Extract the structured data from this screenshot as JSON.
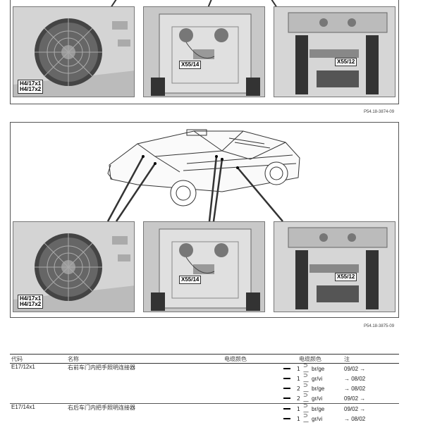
{
  "figure1": {
    "ref": "P54.18-3874-09",
    "labels": {
      "speaker": "H4/17x1\nH4/17x2",
      "center": "X55/14",
      "right": "X55/12"
    }
  },
  "figure2": {
    "ref": "P54.18-3875-09",
    "labels": {
      "speaker": "H4/17x1\nH4/17x2",
      "center": "X55/14",
      "right": "X55/12"
    }
  },
  "table": {
    "headers": {
      "code": "代码",
      "name": "名称",
      "cable_color": "电缆颜色",
      "wire_color": "电缆颜色",
      "note": "注"
    },
    "rows": [
      {
        "code": "E17/12x1",
        "name": "右前车门内把手照明连接器",
        "wires": [
          {
            "pin": "1",
            "color": "br/ge",
            "note": "09/02 →"
          },
          {
            "pin": "1",
            "color": "gr/vi",
            "note": "→ 08/02"
          },
          {
            "pin": "2",
            "color": "br/ge",
            "note": "→ 08/02"
          },
          {
            "pin": "2",
            "color": "gr/vi",
            "note": "09/02 →"
          }
        ]
      },
      {
        "code": "E17/14x1",
        "name": "右后车门内把手照明连接器",
        "wires": [
          {
            "pin": "1",
            "color": "br/ge",
            "note": "09/02 →"
          },
          {
            "pin": "1",
            "color": "gr/vi",
            "note": "→ 08/02"
          }
        ]
      }
    ]
  }
}
